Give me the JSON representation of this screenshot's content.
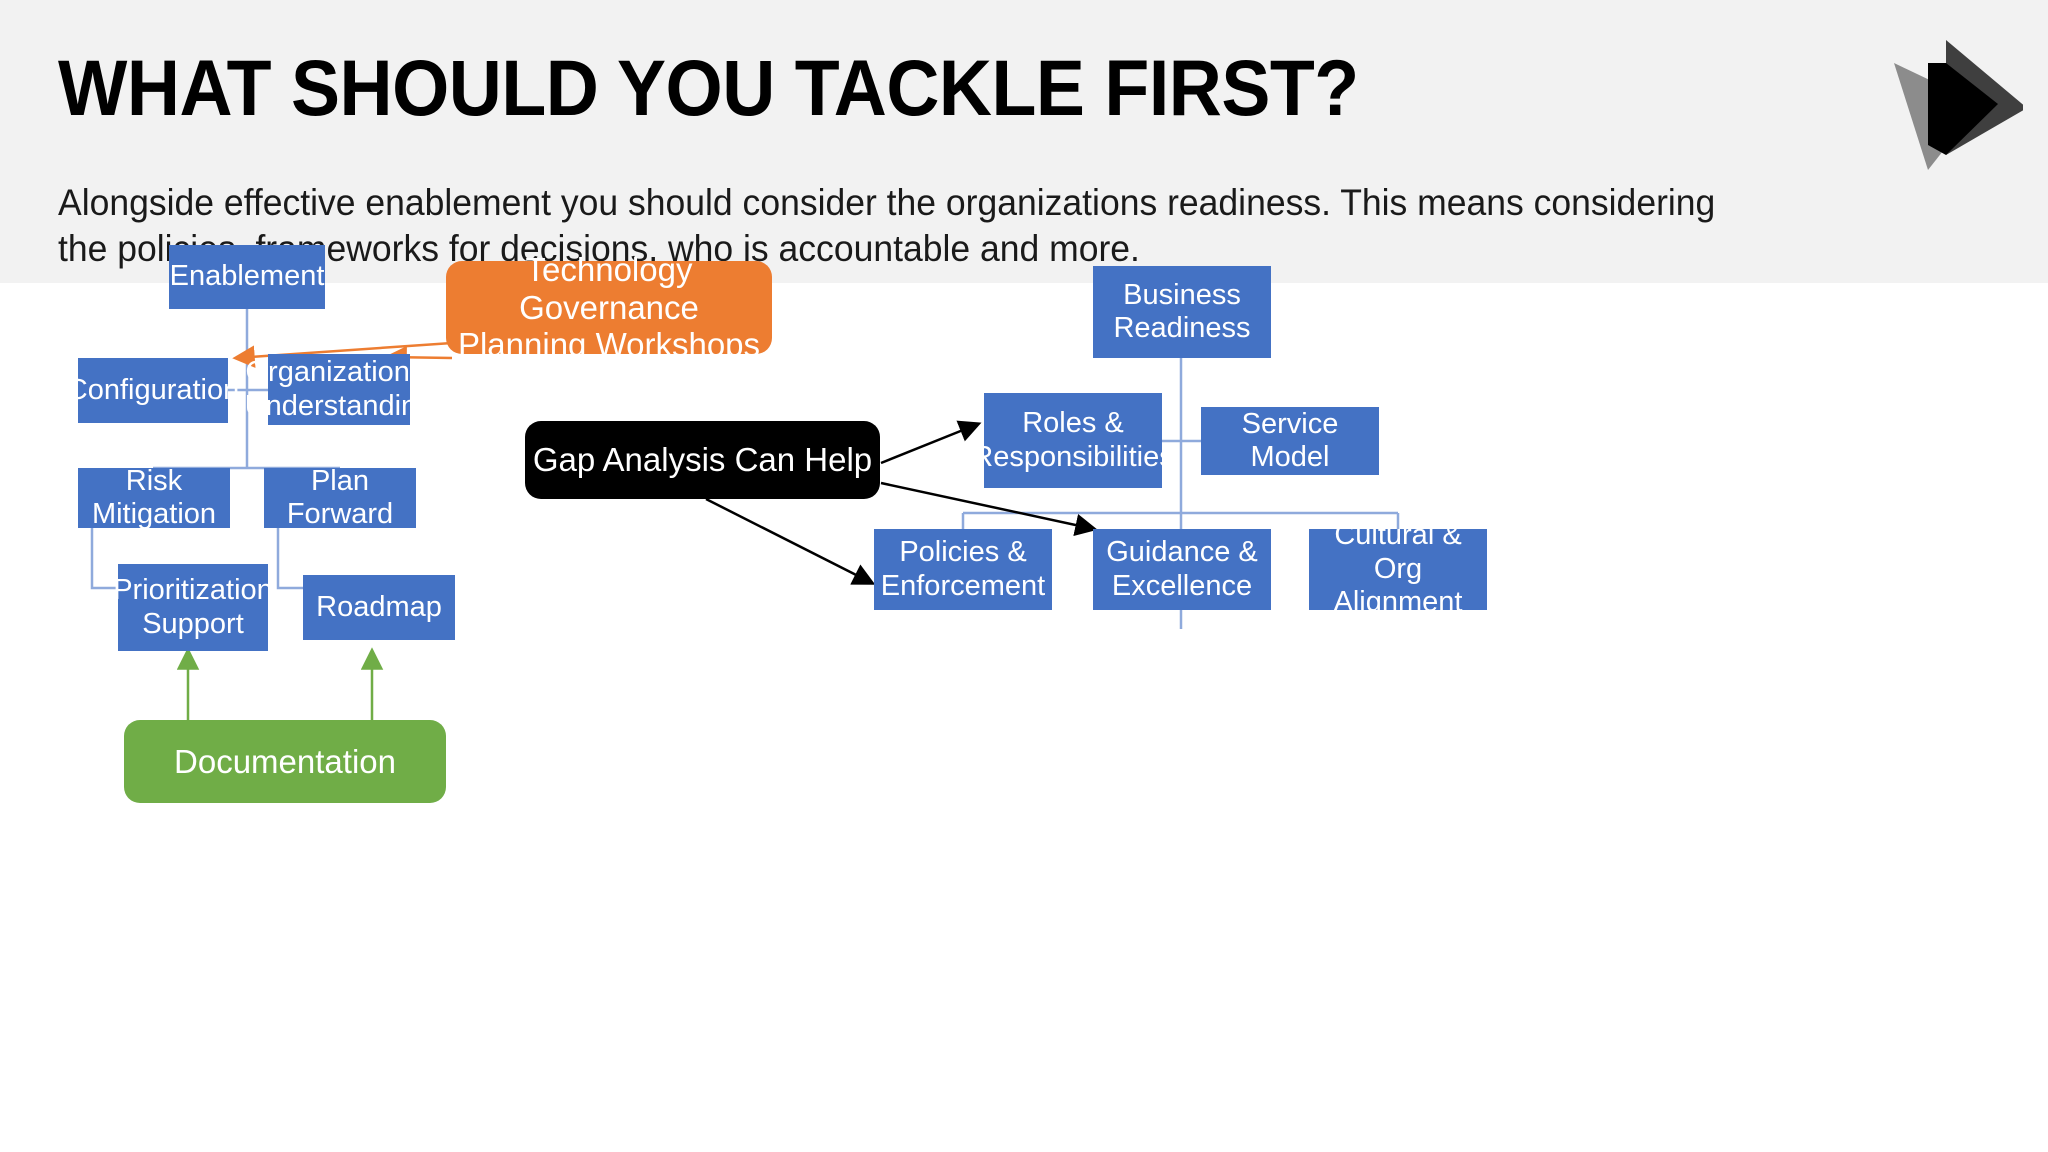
{
  "header": {
    "title": "WHAT SHOULD YOU TACKLE FIRST?",
    "subtitle": "Alongside effective enablement you should consider the organizations readiness. This means considering the policies, frameworks for decisions, who is accountable and more.",
    "logo_name": "play-triangle-logo"
  },
  "colors": {
    "header_background": "#f2f2f2",
    "slide_background": "#ffffff",
    "node_blue": "#4472C4",
    "node_green": "#70AD47",
    "node_orange": "#ED7D31",
    "node_black": "#000000",
    "connector_blue": "#8faadc",
    "arrow_orange": "#ED7D31",
    "arrow_green": "#70AD47",
    "arrow_black": "#000000",
    "title_text": "#000000",
    "node_text": "#ffffff"
  },
  "left_diagram": {
    "name": "enablement-tree",
    "nodes": {
      "enablement": "Enablement",
      "configuration": "Configuration",
      "organizational_understanding_line1": "Organizational",
      "organizational_understanding_line2": "Understanding",
      "risk_mitigation": "Risk Mitigation",
      "plan_forward": "Plan Forward",
      "prioritization_support_line1": "Prioritization",
      "prioritization_support_line2": "Support",
      "roadmap": "Roadmap",
      "documentation": "Documentation"
    }
  },
  "callouts": {
    "workshops_line1": "Technology Governance",
    "workshops_line2": "Planning Workshops",
    "gap_analysis": "Gap Analysis Can Help"
  },
  "right_diagram": {
    "name": "business-readiness-tree",
    "nodes": {
      "business_readiness_line1": "Business",
      "business_readiness_line2": "Readiness",
      "roles_line1": "Roles &",
      "roles_line2": "Responsibilities",
      "service_model": "Service Model",
      "policies_line1": "Policies &",
      "policies_line2": "Enforcement",
      "guidance_line1": "Guidance &",
      "guidance_line2": "Excellence",
      "cultural_line1": "Cultural & Org",
      "cultural_line2": "Alignment"
    }
  }
}
